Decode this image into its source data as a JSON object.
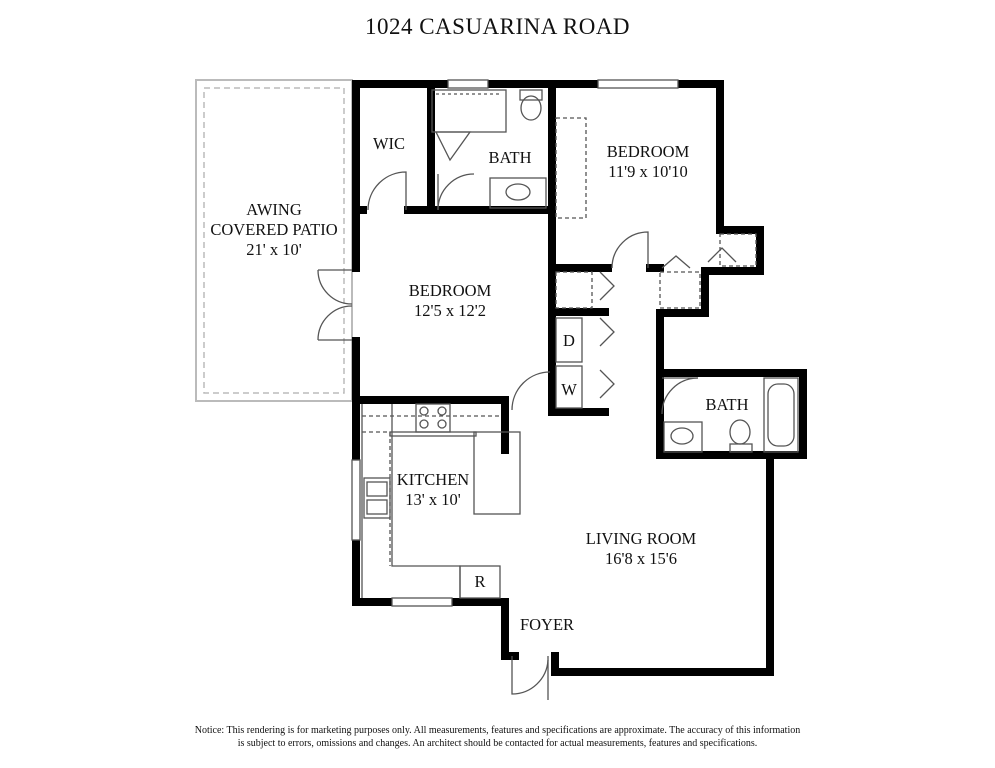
{
  "title": "1024 CASUARINA ROAD",
  "rooms": {
    "wic": "WIC",
    "bath_top": "BATH",
    "bedroom_top": {
      "name": "BEDROOM",
      "size": "11'9 x 10'10"
    },
    "patio": {
      "line1": "AWING",
      "line2": "COVERED PATIO",
      "size": "21' x 10'"
    },
    "bedroom_mid": {
      "name": "BEDROOM",
      "size": "12'5 x 12'2"
    },
    "dryer": "D",
    "washer": "W",
    "bath_right": "BATH",
    "kitchen": {
      "name": "KITCHEN",
      "size": "13' x 10'"
    },
    "refrigerator": "R",
    "living": {
      "name": "LIVING ROOM",
      "size": "16'8 x 15'6"
    },
    "foyer": "FOYER"
  },
  "notice": {
    "line1": "Notice: This rendering is for marketing purposes only. All measurements, features and specifications are approximate. The accuracy of this information",
    "line2": "is subject to errors, omissions and changes. An architect should be contacted for actual measurements, features and specifications."
  }
}
